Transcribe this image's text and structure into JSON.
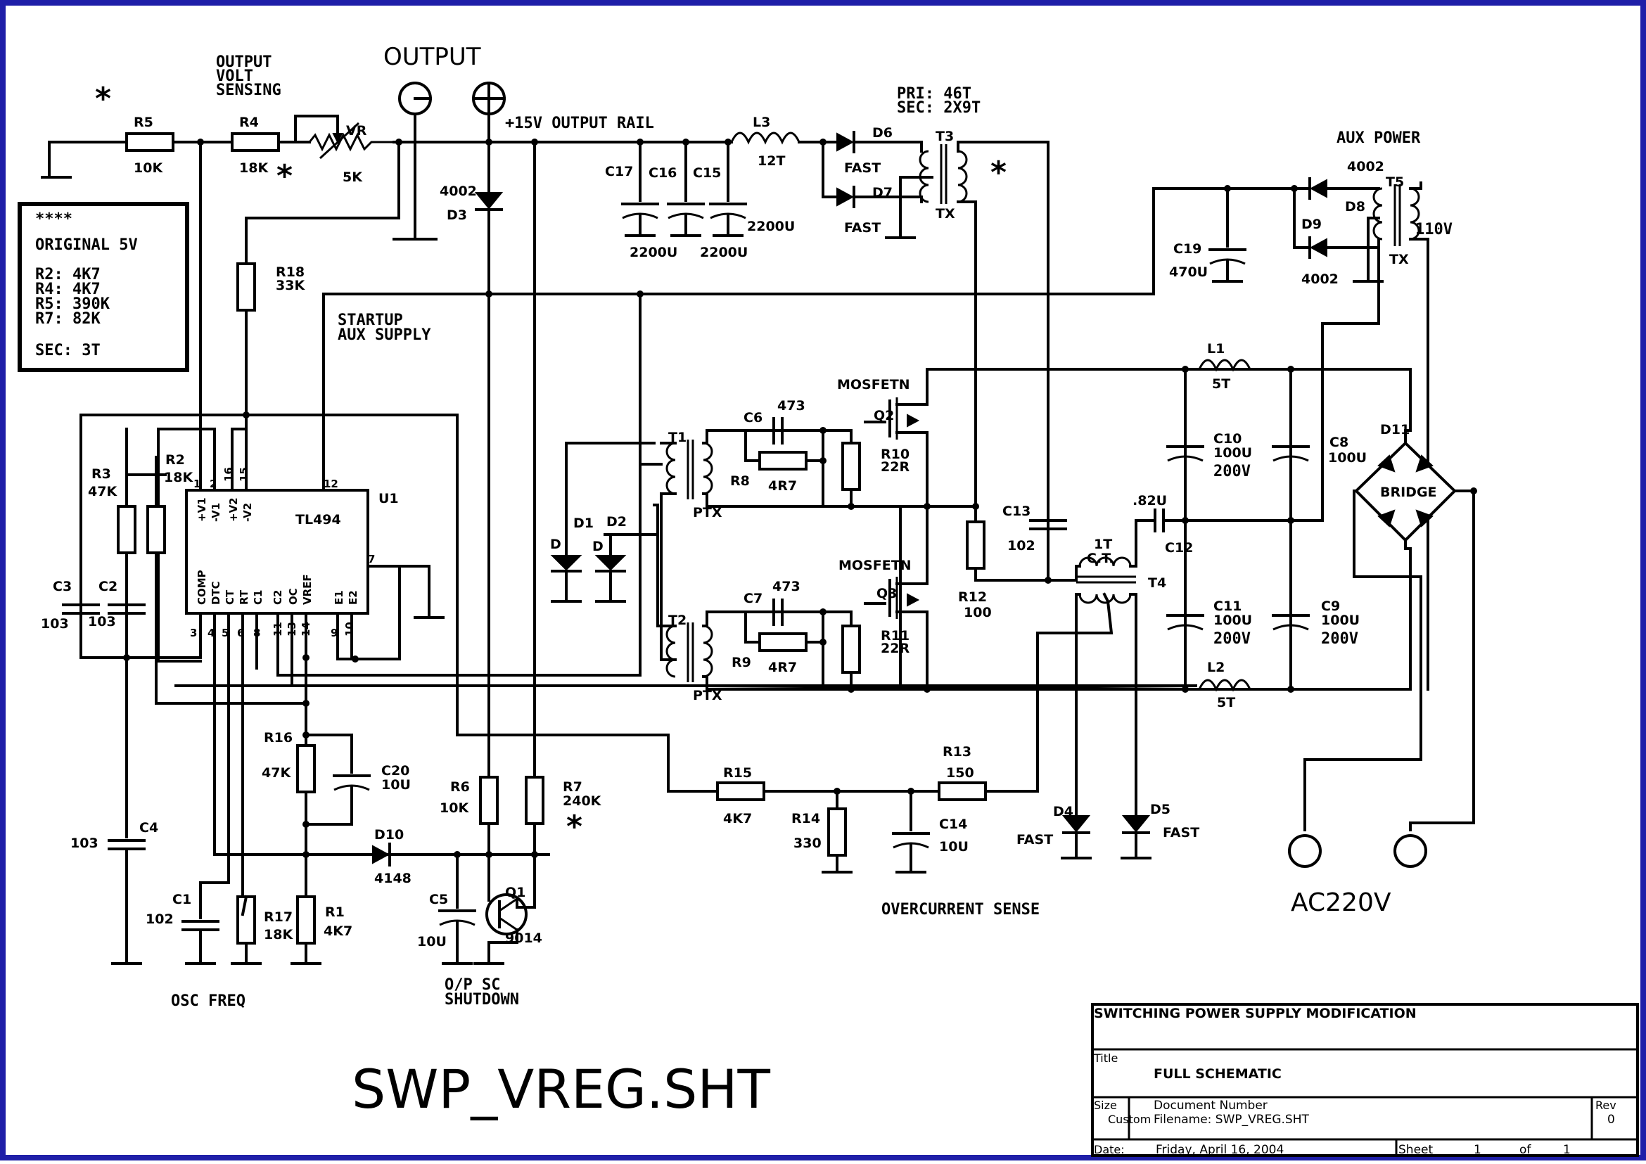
{
  "colors": {
    "frame": "#1f1fa8",
    "ink": "#000000",
    "paper": "#ffffff"
  },
  "notes": {
    "output": "OUTPUT",
    "rail": "+15V OUTPUT RAIL",
    "sensing": [
      "OUTPUT",
      "VOLT",
      "SENSING"
    ],
    "pri": "PRI: 46T",
    "sec": "SEC: 2X9T",
    "aux_power": "AUX POWER",
    "startup": [
      "STARTUP",
      "AUX SUPPLY"
    ],
    "osc_freq": "OSC FREQ",
    "sc_shutdown": [
      "O/P SC",
      "SHUTDOWN"
    ],
    "overcurrent": "OVERCURRENT SENSE",
    "ac": "AC220V",
    "drawing_name": "SWP_VREG.SHT",
    "star": "*"
  },
  "original_box": {
    "stars": "****",
    "title": "ORIGINAL 5V",
    "lines": [
      "R2: 4K7",
      "R4: 4K7",
      "R5: 390K",
      "R7: 82K"
    ],
    "sec": "SEC: 3T"
  },
  "components": {
    "R5": [
      "R5",
      "10K"
    ],
    "R4": [
      "R4",
      "18K"
    ],
    "VR": [
      "VR",
      "5K"
    ],
    "D3": [
      "D3",
      "4002"
    ],
    "R18": [
      "R18",
      "33K"
    ],
    "C17": [
      "C17"
    ],
    "C16": [
      "C16",
      "2200U"
    ],
    "C15": [
      "C15",
      "2200U",
      "2200U"
    ],
    "L3": [
      "L3",
      "12T"
    ],
    "D6": [
      "D6",
      "FAST"
    ],
    "D7": [
      "D7",
      "FAST"
    ],
    "T3": [
      "T3",
      "TX"
    ],
    "D8": [
      "D8",
      "4002"
    ],
    "D9": [
      "D9",
      "4002"
    ],
    "T5": [
      "T5",
      "TX",
      "110V"
    ],
    "C19": [
      "C19",
      "470U"
    ],
    "U1": [
      "U1",
      "TL494"
    ],
    "pins_top": [
      "+V1",
      "-V1",
      "+V2",
      "-V2"
    ],
    "pins_top_num": [
      "1",
      "2",
      "16",
      "15",
      "12",
      "7"
    ],
    "pins_bottom": [
      "COMP",
      "DTC",
      "CT",
      "RT",
      "C1",
      "C2",
      "OC",
      "VREF",
      "E1",
      "E2"
    ],
    "pins_bottom_num": [
      "3",
      "4",
      "5",
      "6",
      "8",
      "11",
      "13",
      "14",
      "9",
      "10"
    ],
    "R3": [
      "R3",
      "47K"
    ],
    "R2": [
      "R2",
      "18K"
    ],
    "C3": [
      "C3",
      "103"
    ],
    "C2": [
      "C2",
      "103"
    ],
    "C4": [
      "C4",
      "103"
    ],
    "C1": [
      "C1",
      "102"
    ],
    "R17": [
      "R17",
      "18K"
    ],
    "R1": [
      "R1",
      "4K7"
    ],
    "R16": [
      "R16",
      "47K"
    ],
    "C20": [
      "C20",
      "10U"
    ],
    "D10": [
      "D10",
      "4148"
    ],
    "R6": [
      "R6",
      "10K"
    ],
    "R7": [
      "R7",
      "240K"
    ],
    "C5": [
      "C5",
      "10U"
    ],
    "Q1": [
      "Q1",
      "9014"
    ],
    "D1": [
      "D1",
      "D"
    ],
    "D2": [
      "D2",
      "D"
    ],
    "T1": [
      "T1",
      "PTX"
    ],
    "T2": [
      "T2",
      "PTX"
    ],
    "C6": [
      "C6",
      "473"
    ],
    "R8": [
      "R8",
      "4R7"
    ],
    "R10": [
      "R10",
      "22R"
    ],
    "C7": [
      "C7",
      "473"
    ],
    "R9": [
      "R9",
      "4R7"
    ],
    "R11": [
      "R11",
      "22R"
    ],
    "Q2": [
      "Q2",
      "MOSFETN"
    ],
    "Q3": [
      "Q3",
      "MOSFETN"
    ],
    "R12": [
      "R12",
      "100"
    ],
    "C13": [
      "C13",
      "102"
    ],
    "T4": [
      "T4",
      "1T",
      "C.T."
    ],
    "C12": [
      "C12",
      ".82U"
    ],
    "L1": [
      "L1",
      "5T"
    ],
    "L2": [
      "L2",
      "5T"
    ],
    "C10": [
      "C10",
      "100U",
      "200V"
    ],
    "C8": [
      "C8",
      "100U"
    ],
    "C11": [
      "C11",
      "100U",
      "200V"
    ],
    "C9": [
      "C9",
      "100U",
      "200V"
    ],
    "D11": [
      "D11",
      "BRIDGE"
    ],
    "R15": [
      "R15",
      "4K7"
    ],
    "R14": [
      "R14",
      "330"
    ],
    "C14": [
      "C14",
      "10U"
    ],
    "R13": [
      "R13",
      "150"
    ],
    "D4": [
      "D4",
      "FAST"
    ],
    "D5": [
      "D5",
      "FAST"
    ]
  },
  "title_block": {
    "project": "SWITCHING POWER SUPPLY MODIFICATION",
    "title_label": "Title",
    "title": "FULL SCHEMATIC",
    "size_label": "Size",
    "size": "Custom",
    "docnum_label": "Document Number",
    "filename": "Filename: SWP_VREG.SHT",
    "rev_label": "Rev",
    "rev": "0",
    "date_label": "Date:",
    "date": "Friday, April 16, 2004",
    "sheet_label": "Sheet",
    "sheet": "1",
    "of_label": "of",
    "of": "1"
  }
}
